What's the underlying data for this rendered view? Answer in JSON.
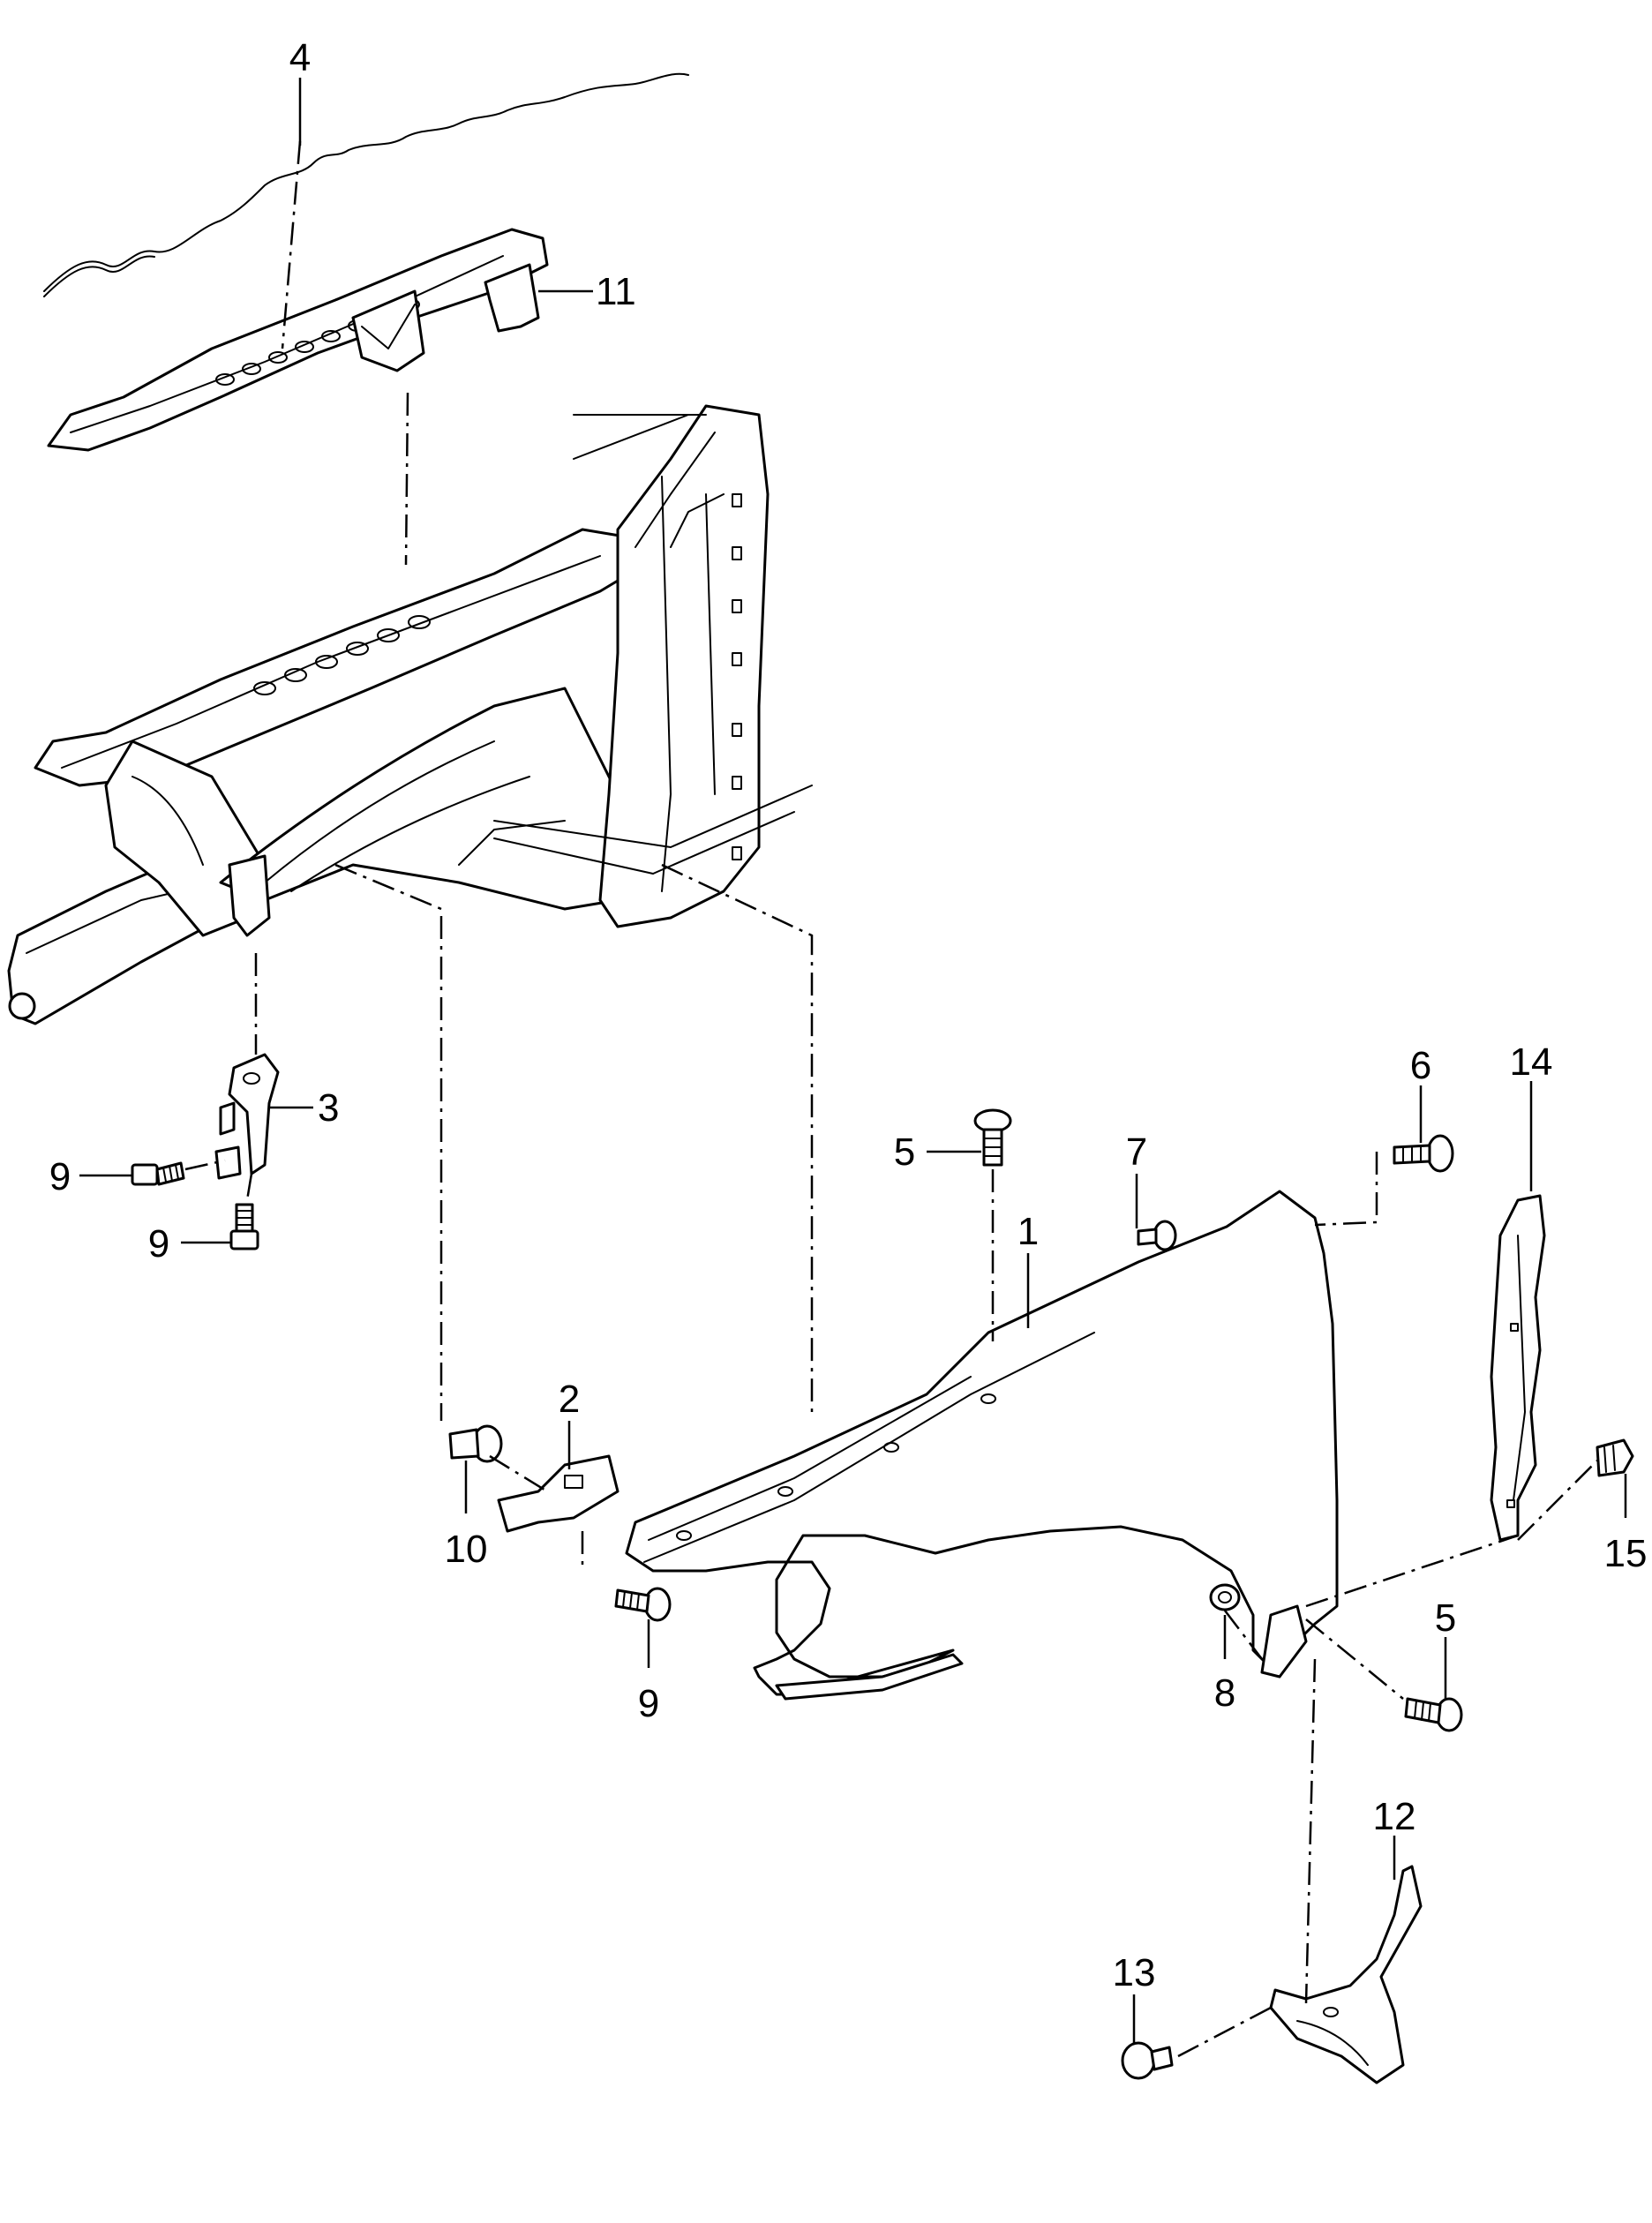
{
  "colors": {
    "background": "#ffffff",
    "line": "#000000"
  },
  "callouts": {
    "c1": "1",
    "c2": "2",
    "c3": "3",
    "c4": "4",
    "c5a": "5",
    "c5b": "5",
    "c6": "6",
    "c7": "7",
    "c8": "8",
    "c9a": "9",
    "c9b": "9",
    "c9c": "9",
    "c10": "10",
    "c11": "11",
    "c12": "12",
    "c13": "13",
    "c14": "14",
    "c15": "15"
  }
}
